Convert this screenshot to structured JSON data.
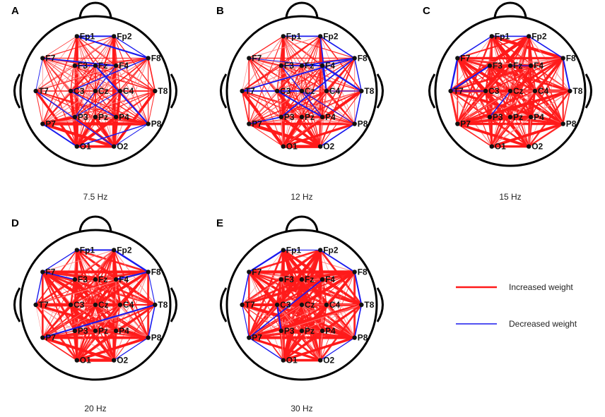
{
  "electrodes": [
    {
      "id": "Fp1",
      "u": -0.27,
      "v": -0.8
    },
    {
      "id": "Fp2",
      "u": 0.27,
      "v": -0.8
    },
    {
      "id": "F7",
      "u": -0.77,
      "v": -0.48
    },
    {
      "id": "F3",
      "u": -0.3,
      "v": -0.37
    },
    {
      "id": "Fz",
      "u": 0.0,
      "v": -0.37
    },
    {
      "id": "F4",
      "u": 0.3,
      "v": -0.37
    },
    {
      "id": "F8",
      "u": 0.77,
      "v": -0.48
    },
    {
      "id": "T7",
      "u": -0.87,
      "v": 0.0
    },
    {
      "id": "C3",
      "u": -0.36,
      "v": 0.0
    },
    {
      "id": "Cz",
      "u": 0.0,
      "v": 0.0
    },
    {
      "id": "C4",
      "u": 0.36,
      "v": 0.0
    },
    {
      "id": "T8",
      "u": 0.87,
      "v": 0.0
    },
    {
      "id": "P7",
      "u": -0.77,
      "v": 0.48
    },
    {
      "id": "P3",
      "u": -0.3,
      "v": 0.38
    },
    {
      "id": "Pz",
      "u": 0.0,
      "v": 0.38
    },
    {
      "id": "P4",
      "u": 0.3,
      "v": 0.38
    },
    {
      "id": "P8",
      "u": 0.77,
      "v": 0.48
    },
    {
      "id": "O1",
      "u": -0.27,
      "v": 0.81
    },
    {
      "id": "O2",
      "u": 0.27,
      "v": 0.81
    }
  ],
  "visible_labels": [
    {
      "electrode": "Fp1",
      "text": "Fp1",
      "side": "right"
    },
    {
      "electrode": "Fp2",
      "text": "Fp2",
      "side": "right"
    },
    {
      "electrode": "F7",
      "text": "F7",
      "side": "right"
    },
    {
      "electrode": "F3",
      "text": "F3",
      "side": "right"
    },
    {
      "electrode": "Fz",
      "text": "Fz",
      "side": "right"
    },
    {
      "electrode": "F4",
      "text": "F4",
      "side": "right"
    },
    {
      "electrode": "F8",
      "text": "F8",
      "side": "right"
    },
    {
      "electrode": "T7",
      "text": "T7",
      "side": "right"
    },
    {
      "electrode": "C3",
      "text": "C3",
      "side": "right"
    },
    {
      "electrode": "Cz",
      "text": "Cz",
      "side": "right"
    },
    {
      "electrode": "C4",
      "text": "C4",
      "side": "right"
    },
    {
      "electrode": "T8",
      "text": "T8",
      "side": "right"
    },
    {
      "electrode": "P7",
      "text": "P7",
      "side": "right"
    },
    {
      "electrode": "P3",
      "text": "P3",
      "side": "right"
    },
    {
      "electrode": "Pz",
      "text": "Pz",
      "side": "right"
    },
    {
      "electrode": "P4",
      "text": "P4",
      "side": "right"
    },
    {
      "electrode": "P8",
      "text": "P8",
      "side": "right"
    },
    {
      "electrode": "O1",
      "text": "O1",
      "side": "right"
    },
    {
      "electrode": "O2",
      "text": "O2",
      "side": "right"
    }
  ],
  "colors": {
    "increased": "#ff1a1a",
    "increased_light": "#ff8080",
    "decreased": "#1a1aee",
    "head": "#000000",
    "electrode": "#111111"
  },
  "panels": [
    {
      "letter": "A",
      "freq": "7.5 Hz",
      "blue_edges": [
        [
          "P8",
          "O2"
        ],
        [
          "P7",
          "O1"
        ],
        [
          "F7",
          "T7"
        ],
        [
          "Fp1",
          "F8"
        ],
        [
          "F3",
          "F4"
        ],
        [
          "F3",
          "Fz"
        ],
        [
          "C3",
          "P4"
        ],
        [
          "P3",
          "C4"
        ],
        [
          "T7",
          "O2"
        ],
        [
          "F4",
          "P3"
        ],
        [
          "Fz",
          "P8"
        ],
        [
          "Fp2",
          "F8"
        ],
        [
          "F7",
          "F4"
        ],
        [
          "C3",
          "F8"
        ],
        [
          "Fp1",
          "Fp2"
        ],
        [
          "P8",
          "O1"
        ]
      ],
      "heavy_red": [
        [
          "O1",
          "O2"
        ],
        [
          "P7",
          "O2"
        ],
        [
          "P8",
          "O1"
        ],
        [
          "P7",
          "P8"
        ],
        [
          "P3",
          "O2"
        ],
        [
          "P4",
          "O1"
        ],
        [
          "Pz",
          "O1"
        ],
        [
          "Pz",
          "O2"
        ],
        [
          "T7",
          "O1"
        ],
        [
          "T8",
          "O2"
        ],
        [
          "C3",
          "O1"
        ],
        [
          "C4",
          "O2"
        ],
        [
          "P7",
          "P3"
        ],
        [
          "P4",
          "P8"
        ],
        [
          "Fp1",
          "O1"
        ],
        [
          "Fp2",
          "O2"
        ]
      ]
    },
    {
      "letter": "B",
      "freq": "12 Hz",
      "blue_edges": [
        [
          "Fp2",
          "F8"
        ],
        [
          "F8",
          "T8"
        ],
        [
          "T8",
          "P8"
        ],
        [
          "P8",
          "O2"
        ],
        [
          "F4",
          "C4"
        ],
        [
          "F3",
          "F4"
        ],
        [
          "Fz",
          "F8"
        ],
        [
          "T7",
          "C3"
        ],
        [
          "C3",
          "Cz"
        ],
        [
          "C4",
          "T8"
        ],
        [
          "F7",
          "F4"
        ],
        [
          "Fp1",
          "Fp2"
        ],
        [
          "P7",
          "P3"
        ],
        [
          "F3",
          "P4"
        ],
        [
          "Cz",
          "P8"
        ],
        [
          "T7",
          "F8"
        ],
        [
          "P3",
          "F8"
        ],
        [
          "Fp2",
          "C4"
        ],
        [
          "F4",
          "T8"
        ],
        [
          "C3",
          "P4"
        ]
      ],
      "heavy_red": [
        [
          "O1",
          "O2"
        ],
        [
          "P7",
          "P8"
        ],
        [
          "P7",
          "O2"
        ],
        [
          "P8",
          "O1"
        ],
        [
          "P3",
          "O2"
        ],
        [
          "Pz",
          "O1"
        ],
        [
          "T7",
          "O1"
        ],
        [
          "T8",
          "O1"
        ],
        [
          "Fp1",
          "O1"
        ],
        [
          "Fp2",
          "O2"
        ],
        [
          "P3",
          "P4"
        ],
        [
          "C3",
          "O2"
        ]
      ]
    },
    {
      "letter": "C",
      "freq": "15 Hz",
      "blue_edges": [
        [
          "F7",
          "Fp1"
        ],
        [
          "Fp2",
          "F8"
        ],
        [
          "T7",
          "F3"
        ],
        [
          "T7",
          "C3"
        ],
        [
          "F8",
          "T8"
        ],
        [
          "Cz",
          "P3"
        ],
        [
          "Fp1",
          "Fp2"
        ],
        [
          "F7",
          "T7"
        ],
        [
          "Fz",
          "F4"
        ]
      ],
      "heavy_red": [
        [
          "O1",
          "O2"
        ],
        [
          "P7",
          "P8"
        ],
        [
          "Fp1",
          "F8"
        ],
        [
          "F7",
          "F8"
        ],
        [
          "T7",
          "T8"
        ],
        [
          "P7",
          "O2"
        ],
        [
          "P8",
          "O1"
        ],
        [
          "F8",
          "P7"
        ],
        [
          "F7",
          "P8"
        ],
        [
          "Fp2",
          "P7"
        ],
        [
          "Fp1",
          "P8"
        ],
        [
          "F8",
          "O1"
        ],
        [
          "F7",
          "O2"
        ],
        [
          "T7",
          "P8"
        ],
        [
          "T8",
          "P7"
        ],
        [
          "P3",
          "P4"
        ],
        [
          "Fp2",
          "T7"
        ],
        [
          "C3",
          "C4"
        ],
        [
          "F3",
          "F4"
        ]
      ]
    },
    {
      "letter": "D",
      "freq": "20 Hz",
      "blue_edges": [
        [
          "Fp1",
          "Fp2"
        ],
        [
          "F7",
          "Fp1"
        ],
        [
          "Fp2",
          "F8"
        ],
        [
          "P7",
          "T8"
        ],
        [
          "F8",
          "T8"
        ],
        [
          "T8",
          "P8"
        ],
        [
          "P8",
          "O2"
        ],
        [
          "F4",
          "F8"
        ],
        [
          "F7",
          "F3"
        ],
        [
          "T7",
          "F7"
        ]
      ],
      "heavy_red": [
        [
          "O1",
          "O2"
        ],
        [
          "P7",
          "O2"
        ],
        [
          "P8",
          "O1"
        ],
        [
          "P7",
          "P8"
        ],
        [
          "F7",
          "F8"
        ],
        [
          "F8",
          "P7"
        ],
        [
          "F7",
          "P8"
        ],
        [
          "T7",
          "C4"
        ],
        [
          "F7",
          "O2"
        ],
        [
          "F8",
          "O1"
        ],
        [
          "P3",
          "P4"
        ],
        [
          "C3",
          "C4"
        ],
        [
          "Fp1",
          "O1"
        ],
        [
          "Fp2",
          "O2"
        ],
        [
          "F3",
          "P4"
        ],
        [
          "F4",
          "P3"
        ],
        [
          "T7",
          "P8"
        ]
      ]
    },
    {
      "letter": "E",
      "freq": "30 Hz",
      "blue_edges": [
        [
          "Fp1",
          "Fp2"
        ],
        [
          "F7",
          "Fp1"
        ],
        [
          "Fp2",
          "F8"
        ],
        [
          "F7",
          "T7"
        ],
        [
          "T8",
          "P8"
        ],
        [
          "P7",
          "O1"
        ],
        [
          "P8",
          "O2"
        ],
        [
          "T7",
          "P7"
        ],
        [
          "F8",
          "T8"
        ],
        [
          "F4",
          "P7"
        ],
        [
          "C3",
          "P3"
        ]
      ],
      "heavy_red": [
        [
          "O1",
          "O2"
        ],
        [
          "P7",
          "P8"
        ],
        [
          "F7",
          "F8"
        ],
        [
          "T7",
          "T8"
        ],
        [
          "P7",
          "O2"
        ],
        [
          "P8",
          "O1"
        ],
        [
          "F7",
          "P8"
        ],
        [
          "F8",
          "P7"
        ],
        [
          "Fp1",
          "O1"
        ],
        [
          "Fp2",
          "O2"
        ],
        [
          "Fp1",
          "P8"
        ],
        [
          "Fp2",
          "P7"
        ],
        [
          "F7",
          "O2"
        ],
        [
          "F8",
          "O1"
        ],
        [
          "C3",
          "C4"
        ],
        [
          "P3",
          "P4"
        ],
        [
          "F3",
          "F4"
        ],
        [
          "T7",
          "P8"
        ],
        [
          "T8",
          "P7"
        ],
        [
          "Fp1",
          "O2"
        ],
        [
          "Fp2",
          "O1"
        ]
      ]
    }
  ],
  "legend": {
    "increased_label": "Increased weight",
    "decreased_label": "Decreased weight"
  }
}
